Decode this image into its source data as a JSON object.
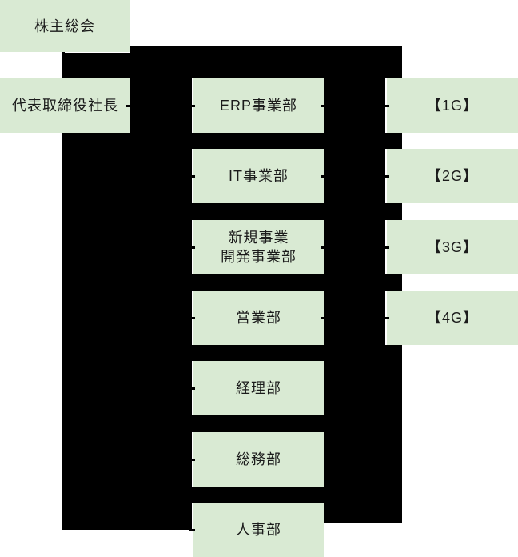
{
  "diagram": {
    "type": "org-chart",
    "background": "#ffffff",
    "colors": {
      "node_fill": "#d9ead3",
      "connector_fill": "#000000",
      "text": "#1b1b1b"
    },
    "nodes": {
      "shareholders": {
        "label": "株主総会"
      },
      "president": {
        "label": "代表取締役社長"
      },
      "departments": [
        {
          "label": "ERP事業部"
        },
        {
          "label": "IT事業部"
        },
        {
          "label": "新規事業\n開発事業部"
        },
        {
          "label": "営業部"
        },
        {
          "label": "経理部"
        },
        {
          "label": "総務部"
        },
        {
          "label": "人事部"
        }
      ],
      "groups": [
        {
          "label": "【1G】"
        },
        {
          "label": "【2G】"
        },
        {
          "label": "【3G】"
        },
        {
          "label": "【4G】"
        }
      ]
    },
    "edges": [
      {
        "from": "株主総会",
        "to": "代表取締役社長"
      },
      {
        "from": "代表取締役社長",
        "to": "ERP事業部"
      },
      {
        "from": "代表取締役社長",
        "to": "IT事業部"
      },
      {
        "from": "代表取締役社長",
        "to": "新規事業開発事業部"
      },
      {
        "from": "代表取締役社長",
        "to": "営業部"
      },
      {
        "from": "代表取締役社長",
        "to": "経理部"
      },
      {
        "from": "代表取締役社長",
        "to": "総務部"
      },
      {
        "from": "代表取締役社長",
        "to": "人事部"
      },
      {
        "from": "ERP事業部",
        "to": "【1G】"
      },
      {
        "from": "IT事業部",
        "to": "【2G】"
      },
      {
        "from": "新規事業開発事業部",
        "to": "【3G】"
      },
      {
        "from": "営業部",
        "to": "【4G】"
      }
    ]
  }
}
